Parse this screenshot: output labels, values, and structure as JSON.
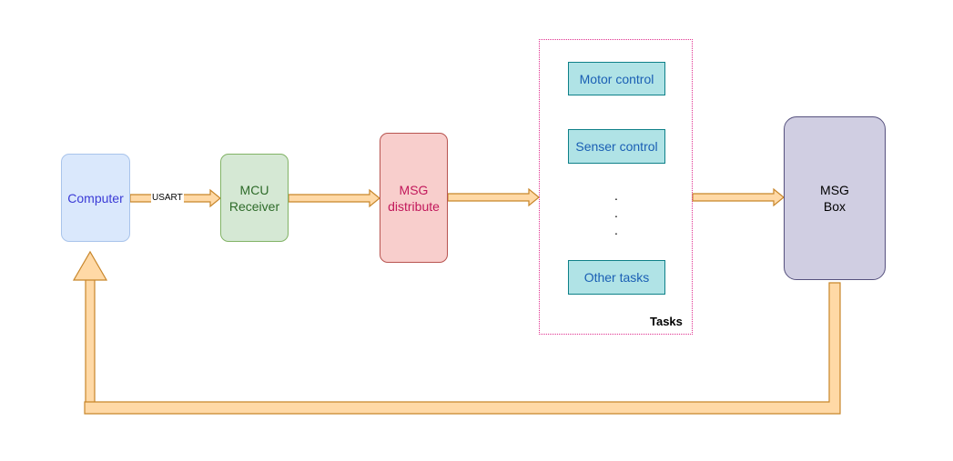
{
  "nodes": {
    "computer": {
      "label": "Computer",
      "color": "#3b3bd6"
    },
    "mcu": {
      "label": "MCU\nReceiver",
      "color": "#2e6b2a"
    },
    "msg_distribute": {
      "label": "MSG\ndistribute",
      "color": "#c2185b"
    },
    "msg_box": {
      "label": "MSG\nBox",
      "color": "#000000"
    }
  },
  "tasks": {
    "title": "Tasks",
    "items": [
      "Motor control",
      "Senser control",
      "Other tasks"
    ],
    "ellipsis": ".",
    "item_color": "#1a5fb4"
  },
  "edges": {
    "usart_label": "USART",
    "arrow_fill": "#ffd9a6",
    "arrow_stroke": "#c8862a"
  }
}
